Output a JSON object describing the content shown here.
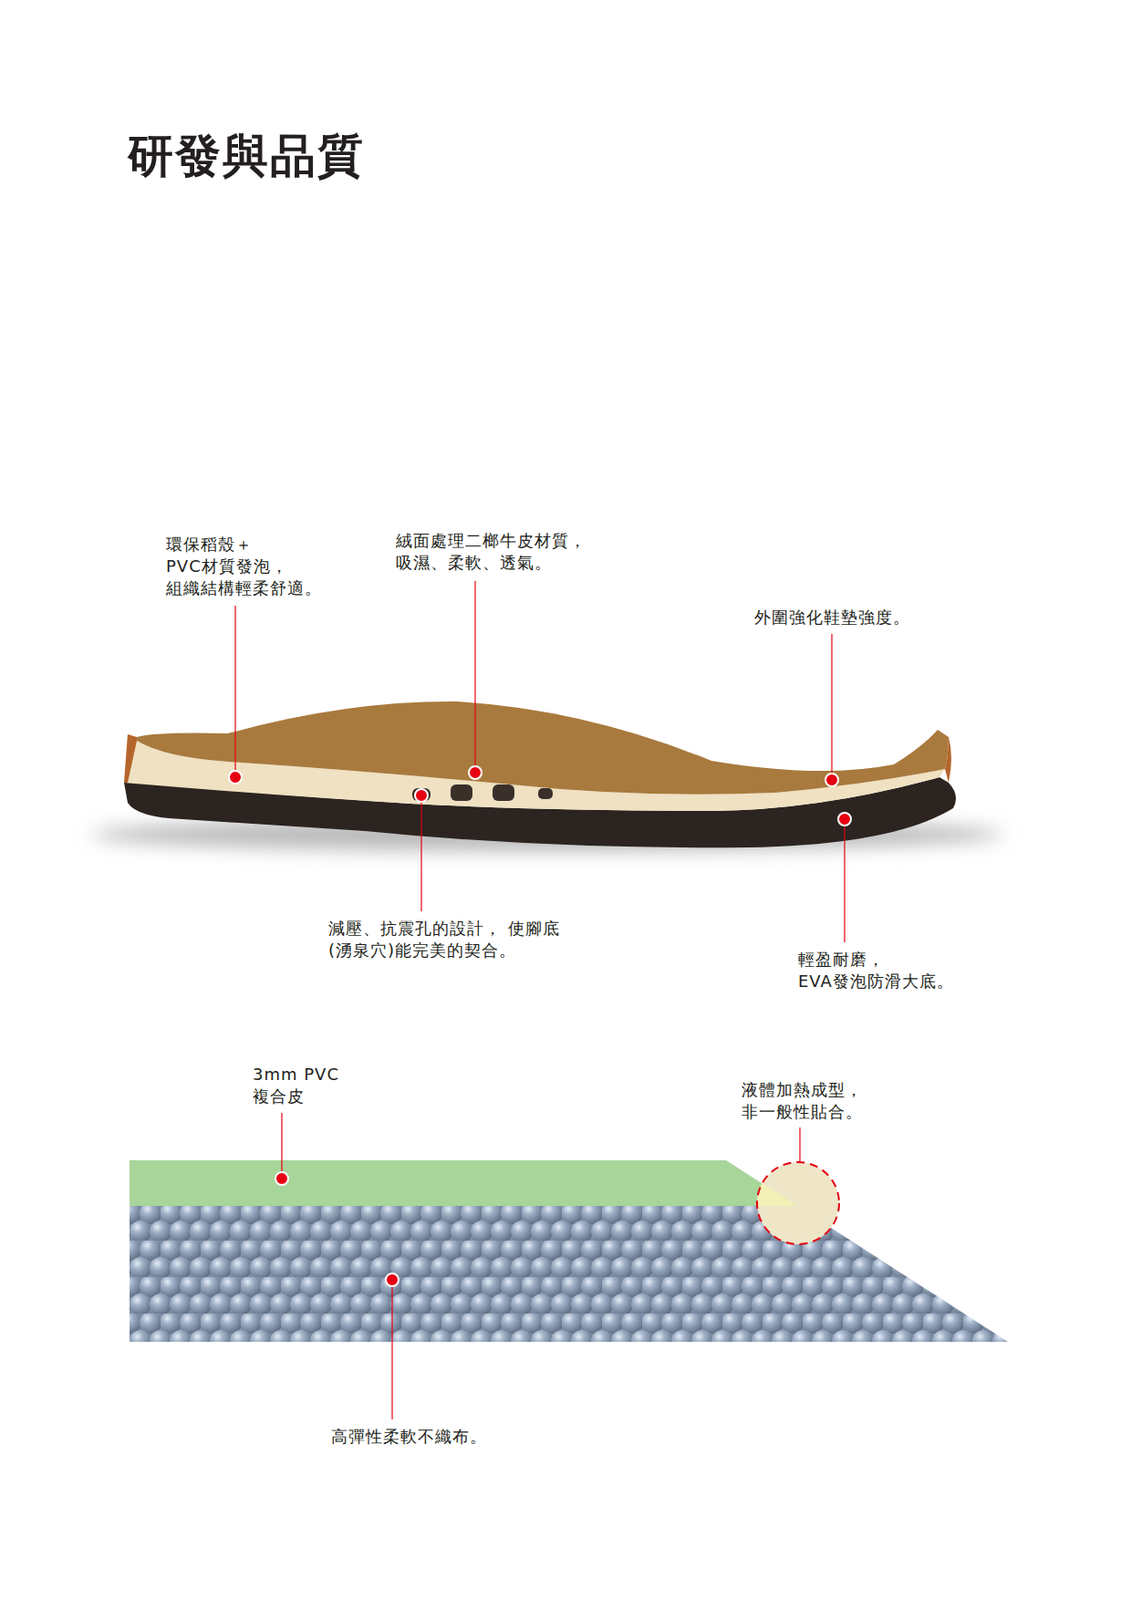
{
  "diagram": {
    "title": "研發與品質",
    "labels": [
      "環保稻殼＋ PVC材質發泡， 組織結構輕柔舒適。",
      "絨面處理二榔牛皮材質， 吸濕、柔軟、透氣。",
      "外圍強化鞋墊強度。",
      "減壓、抗震孔的設計， 使腳底(湧泉穴)能完美的契合。",
      "輕盈耐磨， EVA發泡防滑大底。",
      "3mm PVC 複合皮",
      "液體加熱成型， 非一般性貼合。",
      "高彈性柔軟不織布。"
    ]
  }
}
